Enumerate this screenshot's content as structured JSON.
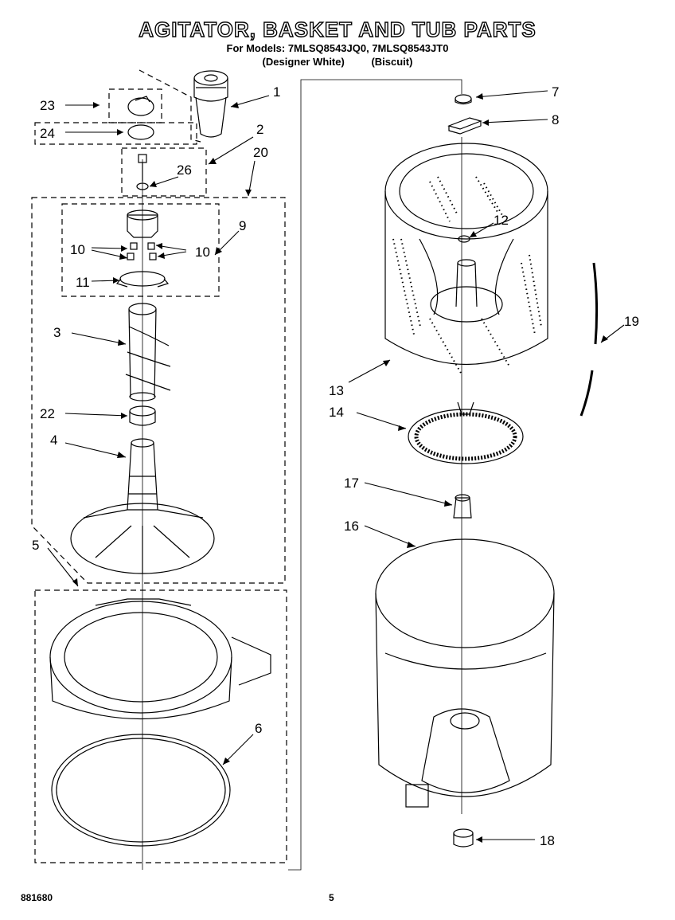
{
  "title": "AGITATOR, BASKET AND TUB PARTS",
  "models_line": "For Models: 7MLSQ8543JQ0, 7MLSQ8543JT0",
  "model_variants": [
    "(Designer White)",
    "(Biscuit)"
  ],
  "callouts": [
    "1",
    "2",
    "3",
    "4",
    "5",
    "6",
    "7",
    "8",
    "9",
    "10",
    "10",
    "11",
    "12",
    "13",
    "14",
    "16",
    "17",
    "18",
    "19",
    "20",
    "22",
    "23",
    "24",
    "26"
  ],
  "footer": {
    "doc_number": "881680",
    "page": "5"
  }
}
